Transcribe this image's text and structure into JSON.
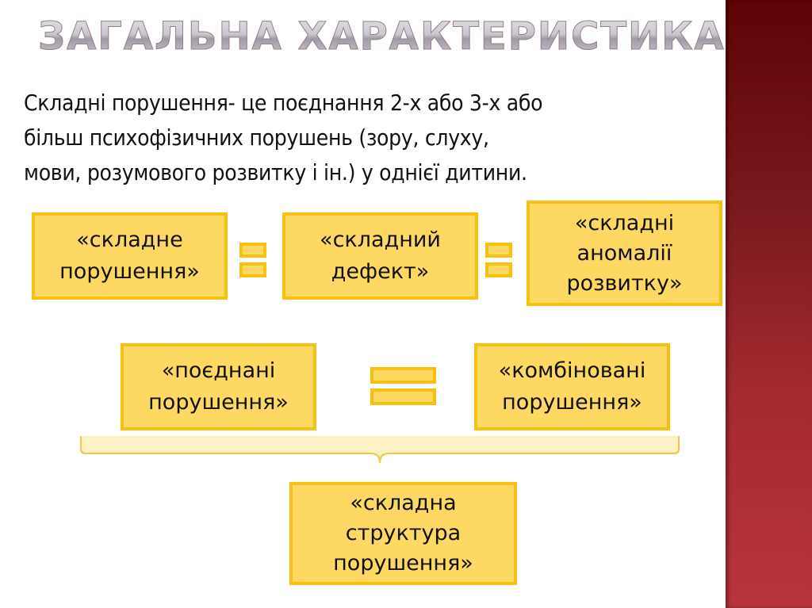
{
  "slide": {
    "title": "ЗАГАЛЬНА ХАРАКТЕРИСТИКА",
    "body_lines": [
      "Складні порушення- це поєднання 2-х або 3-х або",
      "більш психофізичних порушень (зору, слуху,",
      "мови, розумового розвитку і ін.) у однієї дитини."
    ],
    "row1": {
      "box1": [
        "«складне",
        "порушення»"
      ],
      "box2": [
        "«складний",
        "дефект»"
      ],
      "box3": [
        "«складні",
        "аномалії",
        "розвитку»"
      ]
    },
    "row2": {
      "box1": [
        "«поєднані",
        "порушення»"
      ],
      "box2": [
        "«комбіновані",
        "порушення»"
      ]
    },
    "result_box": [
      "«складна",
      "структура",
      "порушення»"
    ],
    "symbols": {
      "equals": "equals-sign-icon",
      "brace": "curly-brace-icon"
    },
    "colors": {
      "box_fill": "#fdd964",
      "box_border": "#f9c10f",
      "side_panel_top": "#5e0306",
      "side_panel_bottom": "#b8343a",
      "title_silver": "#c4c0c8"
    }
  }
}
